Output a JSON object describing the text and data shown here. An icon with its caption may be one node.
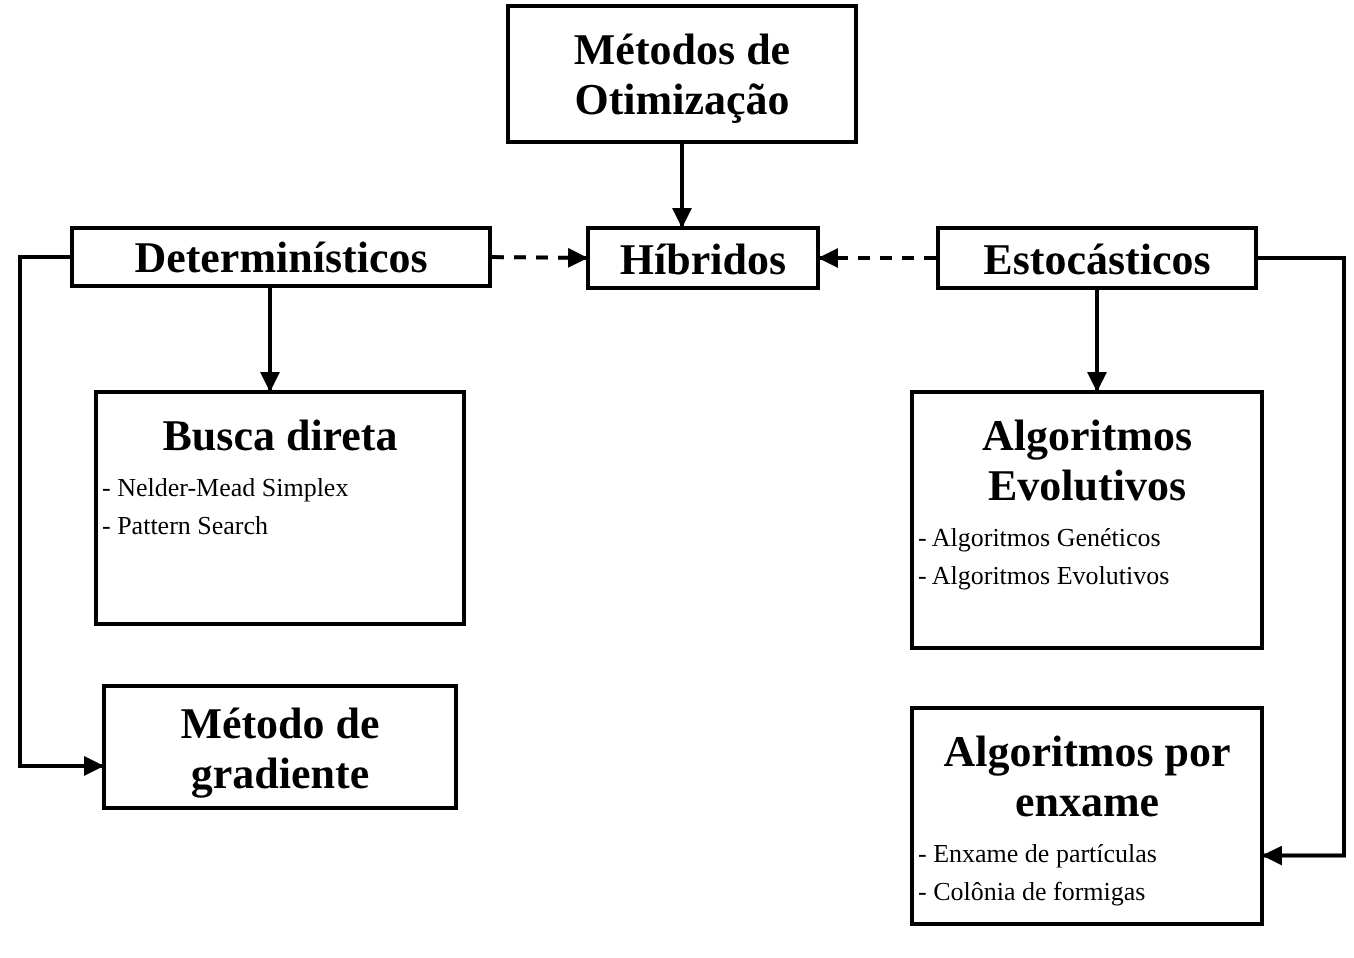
{
  "diagram": {
    "nodes": [
      {
        "text": [
          "Métodos de Otimização"
        ]
      },
      {
        "text": [
          "Determinísticos"
        ]
      },
      {
        "text": [
          "Híbridos"
        ]
      },
      {
        "text": [
          "Estocásticos"
        ]
      },
      {
        "text": [
          "Busca direta",
          "- Nelder-Mead Simplex",
          "- Pattern Search"
        ]
      },
      {
        "text": [
          "Método de gradiente"
        ]
      },
      {
        "text": [
          "Algoritmos Evolutivos",
          "- Algoritmos Genéticos",
          "- Algoritmos Evolutivos"
        ]
      },
      {
        "text": [
          "Algoritmos por enxame",
          "- Enxame de partículas",
          "- Colônia de formigas"
        ]
      }
    ],
    "edges": [
      {
        "from": 0,
        "to": 2,
        "arrow": "to"
      },
      {
        "from": 1,
        "to": 2,
        "arrow": "to",
        "style": "dashed"
      },
      {
        "from": 3,
        "to": 2,
        "arrow": "to",
        "style": "dashed"
      },
      {
        "from": 1,
        "to": 4,
        "arrow": "to"
      },
      {
        "from": 1,
        "to": 5,
        "arrow": "to"
      },
      {
        "from": 3,
        "to": 6,
        "arrow": "to"
      },
      {
        "from": 3,
        "to": 7,
        "arrow": "to"
      }
    ]
  }
}
